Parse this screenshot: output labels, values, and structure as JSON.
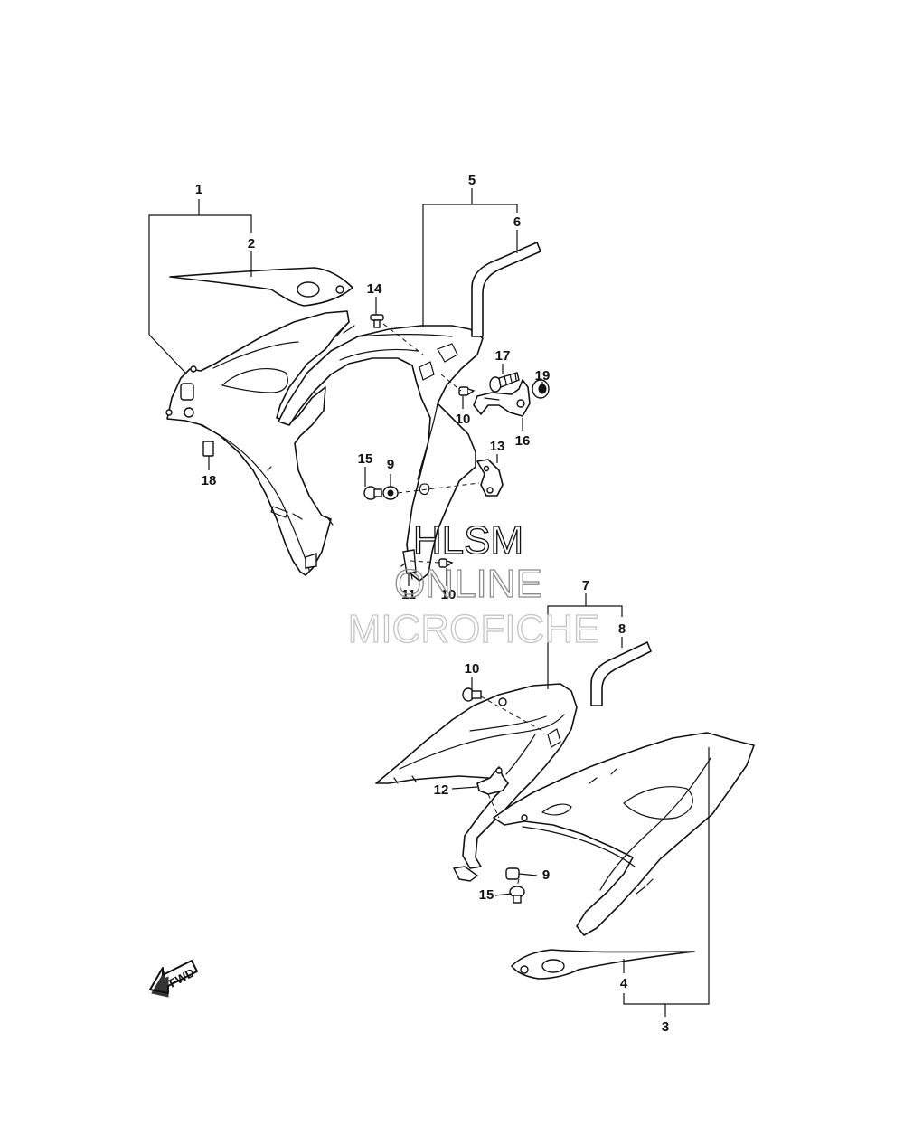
{
  "callouts": {
    "c1": "1",
    "c2": "2",
    "c3": "3",
    "c4": "4",
    "c5": "5",
    "c6": "6",
    "c7": "7",
    "c8": "8",
    "c9a": "9",
    "c9b": "9",
    "c10a": "10",
    "c10b": "10",
    "c10c": "10",
    "c11": "11",
    "c12": "12",
    "c13": "13",
    "c14": "14",
    "c15a": "15",
    "c15b": "15",
    "c16": "16",
    "c17": "17",
    "c18": "18",
    "c19": "19"
  },
  "watermark": {
    "line1": "HLSM",
    "line2": "ONLINE",
    "line3": "MICROFICHE"
  },
  "direction_badge": "FWD",
  "colors": {
    "line": "#111111",
    "background": "#ffffff"
  }
}
